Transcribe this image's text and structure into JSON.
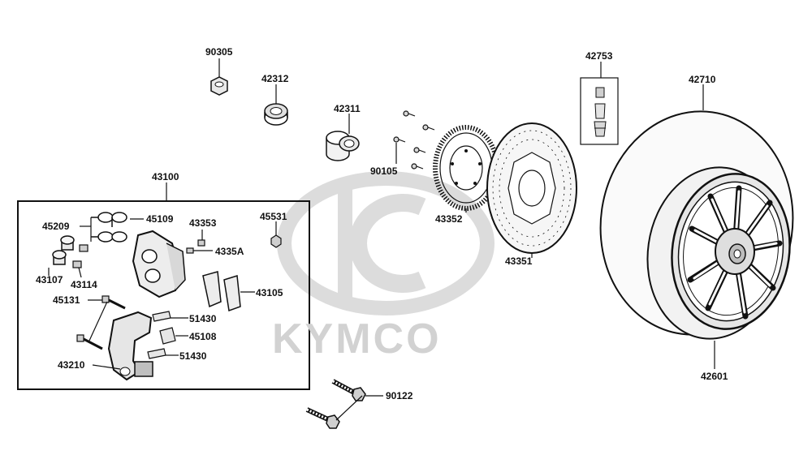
{
  "watermark": {
    "brand": "KYMCO"
  },
  "labels": {
    "p90305": "90305",
    "p42312": "42312",
    "p42311": "42311",
    "p42753": "42753",
    "p42710": "42710",
    "p43100": "43100",
    "p45209": "45209",
    "p45109": "45109",
    "p43353": "43353",
    "p45531": "45531",
    "p4335A": "4335A",
    "p43107": "43107",
    "p43114": "43114",
    "p43105": "43105",
    "p45131": "45131",
    "p51430a": "51430",
    "p45108": "45108",
    "p51430b": "51430",
    "p43210": "43210",
    "p90105": "90105",
    "p43352": "43352",
    "p43351": "43351",
    "p42601": "42601",
    "p90122": "90122"
  }
}
